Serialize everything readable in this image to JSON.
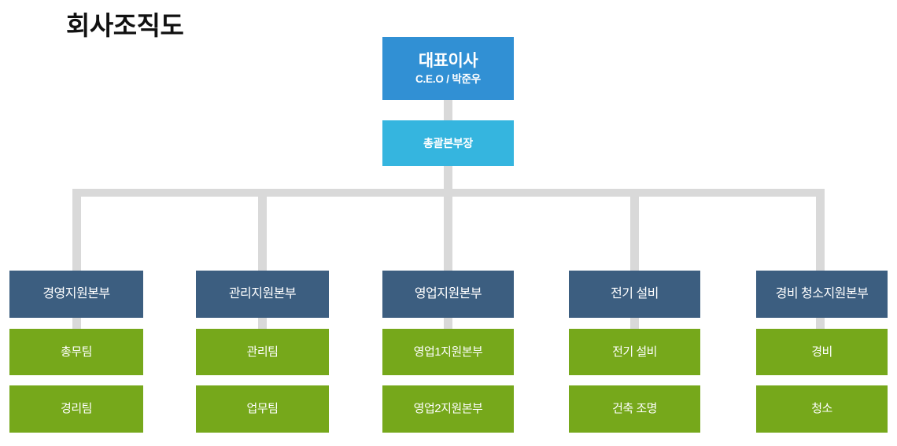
{
  "title": "회사조직도",
  "colors": {
    "ceo": "#3190d4",
    "gm": "#35b5df",
    "dept": "#3c5e80",
    "team": "#76a81b",
    "connector": "#d9d9d9",
    "background": "#ffffff",
    "title_text": "#111111",
    "node_text": "#ffffff"
  },
  "ceo": {
    "title": "대표이사",
    "subtitle": "C.E.O / 박준우"
  },
  "general_manager": {
    "title": "총괄본부장"
  },
  "columns": [
    {
      "department": "경영지원본부",
      "teams": [
        "총무팀",
        "경리팀"
      ]
    },
    {
      "department": "관리지원본부",
      "teams": [
        "관리팀",
        "업무팀"
      ]
    },
    {
      "department": "영업지원본부",
      "teams": [
        "영업1지원본부",
        "영업2지원본부"
      ]
    },
    {
      "department": "전기 설비",
      "teams": [
        "전기 설비",
        "건축 조명"
      ]
    },
    {
      "department": "경비 청소지원본부",
      "teams": [
        "경비",
        "청소"
      ]
    }
  ]
}
